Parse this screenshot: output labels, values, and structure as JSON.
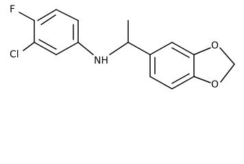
{
  "molecule": {
    "atoms": {
      "fluorine": "F",
      "chlorine": "Cl",
      "amine": "NH",
      "oxygen_upper": "O",
      "oxygen_lower": "O"
    }
  }
}
